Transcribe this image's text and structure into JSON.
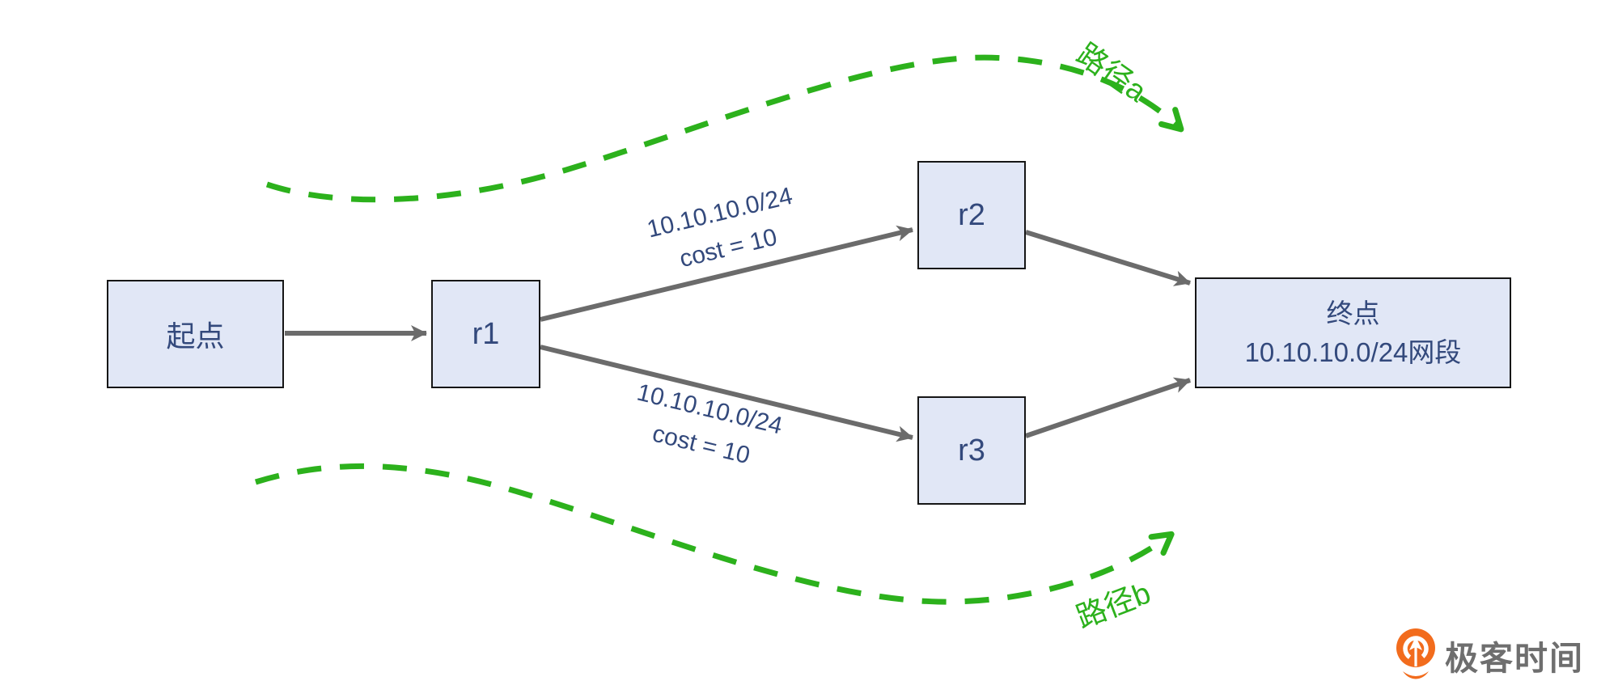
{
  "diagram": {
    "nodes": {
      "start": {
        "label": "起点"
      },
      "r1": {
        "label": "r1"
      },
      "r2": {
        "label": "r2"
      },
      "r3": {
        "label": "r3"
      },
      "end": {
        "label": "终点",
        "sublabel": "10.10.10.0/24网段"
      }
    },
    "edge_labels": {
      "r1_r2": {
        "network": "10.10.10.0/24",
        "cost": "cost = 10"
      },
      "r1_r3": {
        "network": "10.10.10.0/24",
        "cost": "cost = 10"
      }
    },
    "route_labels": {
      "path_a": "路径a",
      "path_b": "路径b"
    }
  },
  "branding": {
    "logo_text": "极客时间"
  },
  "colors": {
    "node_fill": "#e1e7f6",
    "node_border": "#161616",
    "node_text": "#33497c",
    "arrow_gray": "#6b6b6b",
    "route_green": "#2cb11c",
    "logo_orange": "#f26c1d",
    "logo_text_gray": "#6e6e6e"
  }
}
